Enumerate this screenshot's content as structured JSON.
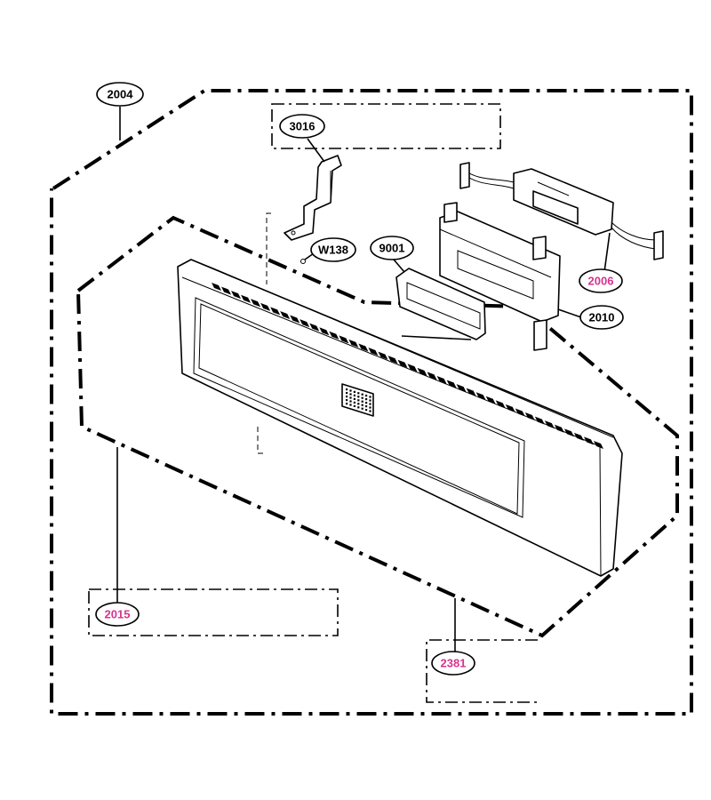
{
  "callouts": {
    "c2004": "2004",
    "c3016": "3016",
    "cW138": "W138",
    "c9001": "9001",
    "c2006": "2006",
    "c2010": "2010",
    "c2015": "2015",
    "c2381": "2381"
  },
  "colors": {
    "line": "#000000",
    "highlight_label": "#d6338f",
    "background": "#ffffff"
  }
}
